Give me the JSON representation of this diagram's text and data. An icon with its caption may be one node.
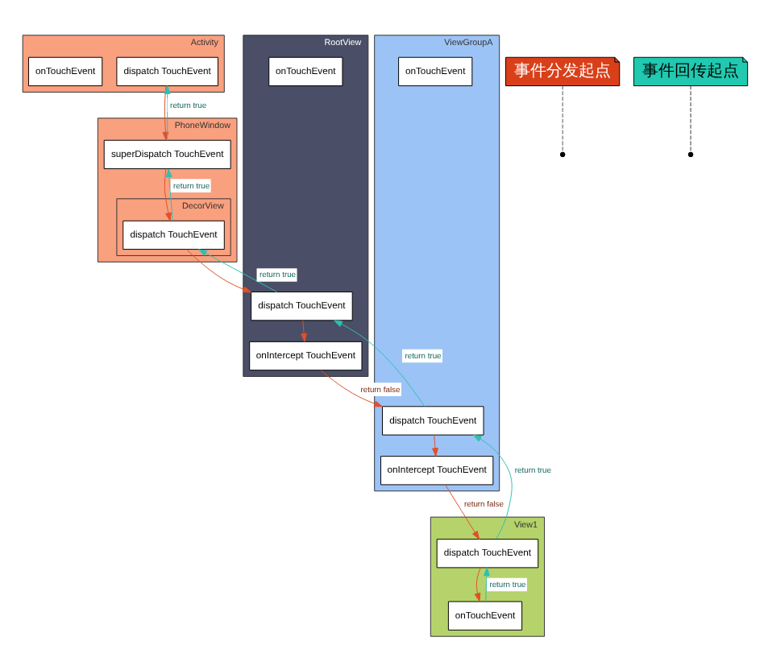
{
  "diagram": {
    "nodes": [
      {
        "text": [
          "Activity"
        ]
      },
      {
        "text": [
          "dispatch TouchEvent"
        ],
        "in": 0
      },
      {
        "text": [
          "onTouchEvent"
        ],
        "in": 0
      },
      {
        "text": [
          "事件分发起点"
        ]
      },
      {
        "text": [
          "PhoneWindow"
        ]
      },
      {
        "text": [
          "superDispatch TouchEvent"
        ],
        "in": 4
      },
      {
        "text": [
          "DecorView"
        ],
        "in": 4
      },
      {
        "text": [
          "dispatch TouchEvent"
        ],
        "in": 6
      },
      {
        "text": [
          "RootView"
        ]
      },
      {
        "text": [
          "dispatch TouchEvent"
        ],
        "in": 8
      },
      {
        "text": [
          "onIntercept TouchEvent"
        ],
        "in": 8
      },
      {
        "text": [
          "onTouchEvent"
        ],
        "in": 8
      },
      {
        "text": [
          "ViewGroupA"
        ]
      },
      {
        "text": [
          "dispatch TouchEvent"
        ],
        "in": 12
      },
      {
        "text": [
          "onIntercept TouchEvent"
        ],
        "in": 12
      },
      {
        "text": [
          "onTouchEvent"
        ],
        "in": 12
      },
      {
        "text": [
          "View1"
        ]
      },
      {
        "text": [
          "dispatch TouchEvent"
        ],
        "in": 16
      },
      {
        "text": [
          "onTouchEvent"
        ],
        "in": 16
      },
      {
        "text": [
          "事件回传起点"
        ]
      }
    ],
    "edges": [
      {
        "from": 1,
        "to": 5,
        "arrow": "to",
        "color": "#e0502a"
      },
      {
        "from": 5,
        "to": 1,
        "arrow": "to",
        "label": "return true",
        "color": "#2fbfb0"
      },
      {
        "from": 5,
        "to": 7,
        "arrow": "to",
        "color": "#e0502a"
      },
      {
        "from": 7,
        "to": 5,
        "arrow": "to",
        "label": "return true",
        "color": "#2fbfb0"
      },
      {
        "from": 7,
        "to": 9,
        "arrow": "to",
        "color": "#e0502a"
      },
      {
        "from": 9,
        "to": 7,
        "arrow": "to",
        "label": "return true",
        "color": "#2fbfb0"
      },
      {
        "from": 9,
        "to": 10,
        "arrow": "to",
        "color": "#e0502a"
      },
      {
        "from": 10,
        "to": 13,
        "arrow": "to",
        "label": "return false",
        "color": "#e0502a"
      },
      {
        "from": 13,
        "to": 9,
        "arrow": "to",
        "label": "return true",
        "color": "#2fbfb0"
      },
      {
        "from": 13,
        "to": 14,
        "arrow": "to",
        "color": "#e0502a"
      },
      {
        "from": 14,
        "to": 17,
        "arrow": "to",
        "label": "return false",
        "color": "#e0502a"
      },
      {
        "from": 17,
        "to": 13,
        "arrow": "to",
        "label": "return true",
        "color": "#2fbfb0"
      },
      {
        "from": 17,
        "to": 18,
        "arrow": "to",
        "color": "#e0502a"
      },
      {
        "from": 18,
        "to": 17,
        "arrow": "to",
        "label": "return true",
        "color": "#2fbfb0"
      },
      {
        "from": 3,
        "to": null,
        "arrow": "none",
        "style": "dashed",
        "color": "#555555"
      },
      {
        "from": 19,
        "to": null,
        "arrow": "none",
        "style": "dashed",
        "color": "#333333"
      }
    ]
  }
}
